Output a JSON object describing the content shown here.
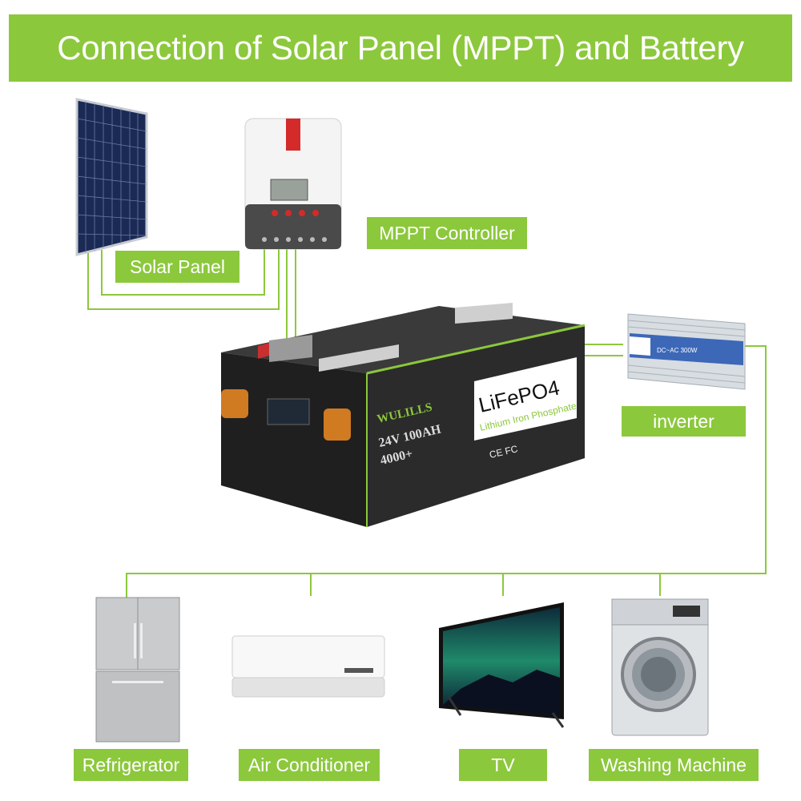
{
  "header": {
    "title": "Connection of Solar Panel (MPPT) and Battery"
  },
  "labels": {
    "mppt_controller": "MPPT Controller",
    "solar_panel": "Solar Panel",
    "inverter": "inverter",
    "refrigerator": "Refrigerator",
    "air_conditioner": "Air Conditioner",
    "tv": "TV",
    "washing_machine": "Washing Machine"
  },
  "battery": {
    "brand": "WULILLS",
    "chemistry": "LiFePO4",
    "subtitle": "Lithium Iron Phosphate",
    "rating": "24V 100AH",
    "cycles": "4000+",
    "marks": "CE FC"
  },
  "inverter_device": {
    "rating": "DC~AC 300W"
  },
  "colors": {
    "accent": "#8cc83c",
    "line": "#8cc83c",
    "battery_body": "#2b2b2b"
  }
}
